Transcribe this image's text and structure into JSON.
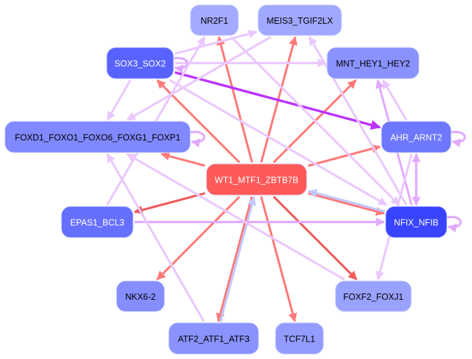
{
  "title": "Gene regulatory network",
  "colors": {
    "red_edge": "#ff7a7a",
    "red_edge_strong": "#f05a5a",
    "lilac_edge": "#eac8ff",
    "lilac_edge_mid": "#e2aaff",
    "purple_edge": "#bb33ff",
    "blue_edge": "#c2c8ff",
    "center_node": "#ff5a5a"
  },
  "nodes": [
    {
      "id": "WT1_MTF1_ZBTB7B",
      "label": "WT1_MTF1_ZBTB7B",
      "fill": "#ff5a5a",
      "text": "#ffffff"
    },
    {
      "id": "NR2F1",
      "label": "NR2F1",
      "fill": "#a3aaff",
      "text": "#000000"
    },
    {
      "id": "MEIS3_TGIF2LX",
      "label": "MEIS3_TGIF2LX",
      "fill": "#a0a8ff",
      "text": "#000000"
    },
    {
      "id": "SOX3_SOX2",
      "label": "SOX3_SOX2",
      "fill": "#5863ff",
      "text": "#ffffff"
    },
    {
      "id": "MNT_HEY1_HEY2",
      "label": "MNT_HEY1_HEY2",
      "fill": "#8a92ff",
      "text": "#000000"
    },
    {
      "id": "FOXD1_FOXO1_FOXO6_FOXG1_FOXP1",
      "label": "FOXD1_FOXO1_FOXO6_FOXG1_FOXP1",
      "fill": "#8089ff",
      "text": "#000000"
    },
    {
      "id": "AHR_ARNT2",
      "label": "AHR_ARNT2",
      "fill": "#6e78ff",
      "text": "#ffffff"
    },
    {
      "id": "EPAS1_BCL3",
      "label": "EPAS1_BCL3",
      "fill": "#6670ff",
      "text": "#ffffff"
    },
    {
      "id": "NFIX_NFIB",
      "label": "NFIX_NFIB",
      "fill": "#3844ff",
      "text": "#ffffff"
    },
    {
      "id": "NKX6-2",
      "label": "NKX6-2",
      "fill": "#858dff",
      "text": "#000000"
    },
    {
      "id": "FOXF2_FOXJ1",
      "label": "FOXF2_FOXJ1",
      "fill": "#9aa2ff",
      "text": "#000000"
    },
    {
      "id": "ATF2_ATF1_ATF3",
      "label": "ATF2_ATF1_ATF3",
      "fill": "#8a92ff",
      "text": "#000000"
    },
    {
      "id": "TCF7L1",
      "label": "TCF7L1",
      "fill": "#939bff",
      "text": "#000000"
    }
  ],
  "edges": [
    {
      "from": "WT1_MTF1_ZBTB7B",
      "to": "SOX3_SOX2",
      "color": "red_edge"
    },
    {
      "from": "WT1_MTF1_ZBTB7B",
      "to": "NR2F1",
      "color": "red_edge"
    },
    {
      "from": "WT1_MTF1_ZBTB7B",
      "to": "MEIS3_TGIF2LX",
      "color": "red_edge"
    },
    {
      "from": "WT1_MTF1_ZBTB7B",
      "to": "MNT_HEY1_HEY2",
      "color": "red_edge"
    },
    {
      "from": "WT1_MTF1_ZBTB7B",
      "to": "AHR_ARNT2",
      "color": "red_edge"
    },
    {
      "from": "WT1_MTF1_ZBTB7B",
      "to": "FOXD1_FOXO1_FOXO6_FOXG1_FOXP1",
      "color": "red_edge"
    },
    {
      "from": "WT1_MTF1_ZBTB7B",
      "to": "EPAS1_BCL3",
      "color": "red_edge_strong"
    },
    {
      "from": "WT1_MTF1_ZBTB7B",
      "to": "NFIX_NFIB",
      "color": "red_edge"
    },
    {
      "from": "WT1_MTF1_ZBTB7B",
      "to": "NKX6-2",
      "color": "red_edge"
    },
    {
      "from": "WT1_MTF1_ZBTB7B",
      "to": "ATF2_ATF1_ATF3",
      "color": "red_edge"
    },
    {
      "from": "WT1_MTF1_ZBTB7B",
      "to": "TCF7L1",
      "color": "red_edge"
    },
    {
      "from": "WT1_MTF1_ZBTB7B",
      "to": "FOXF2_FOXJ1",
      "color": "red_edge_strong"
    },
    {
      "from": "NFIX_NFIB",
      "to": "WT1_MTF1_ZBTB7B",
      "color": "blue_edge"
    },
    {
      "from": "ATF2_ATF1_ATF3",
      "to": "WT1_MTF1_ZBTB7B",
      "color": "blue_edge"
    },
    {
      "from": "SOX3_SOX2",
      "to": "AHR_ARNT2",
      "color": "purple_edge"
    },
    {
      "from": "SOX3_SOX2",
      "to": "MEIS3_TGIF2LX",
      "color": "lilac_edge"
    },
    {
      "from": "SOX3_SOX2",
      "to": "MNT_HEY1_HEY2",
      "color": "lilac_edge"
    },
    {
      "from": "SOX3_SOX2",
      "to": "FOXD1_FOXO1_FOXO6_FOXG1_FOXP1",
      "color": "lilac_edge"
    },
    {
      "from": "SOX3_SOX2",
      "to": "NFIX_NFIB",
      "color": "lilac_edge"
    },
    {
      "from": "SOX3_SOX2",
      "to": "SOX3_SOX2",
      "color": "lilac_edge_mid"
    },
    {
      "from": "MEIS3_TGIF2LX",
      "to": "FOXD1_FOXO1_FOXO6_FOXG1_FOXP1",
      "color": "lilac_edge"
    },
    {
      "from": "NR2F1",
      "to": "NFIX_NFIB",
      "color": "lilac_edge"
    },
    {
      "from": "EPAS1_BCL3",
      "to": "NR2F1",
      "color": "lilac_edge"
    },
    {
      "from": "EPAS1_BCL3",
      "to": "NFIX_NFIB",
      "color": "lilac_edge_mid"
    },
    {
      "from": "ATF2_ATF1_ATF3",
      "to": "FOXD1_FOXO1_FOXO6_FOXG1_FOXP1",
      "color": "lilac_edge"
    },
    {
      "from": "FOXF2_FOXJ1",
      "to": "FOXD1_FOXO1_FOXO6_FOXG1_FOXP1",
      "color": "lilac_edge"
    },
    {
      "from": "FOXD1_FOXO1_FOXO6_FOXG1_FOXP1",
      "to": "FOXD1_FOXO1_FOXO6_FOXG1_FOXP1",
      "color": "lilac_edge_mid"
    },
    {
      "from": "NFIX_NFIB",
      "to": "MEIS3_TGIF2LX",
      "color": "lilac_edge"
    },
    {
      "from": "NFIX_NFIB",
      "to": "MNT_HEY1_HEY2",
      "color": "lilac_edge_mid"
    },
    {
      "from": "NFIX_NFIB",
      "to": "AHR_ARNT2",
      "color": "lilac_edge_mid"
    },
    {
      "from": "AHR_ARNT2",
      "to": "NFIX_NFIB",
      "color": "lilac_edge_mid"
    },
    {
      "from": "NFIX_NFIB",
      "to": "NFIX_NFIB",
      "color": "lilac_edge_mid"
    },
    {
      "from": "AHR_ARNT2",
      "to": "MNT_HEY1_HEY2",
      "color": "lilac_edge"
    },
    {
      "from": "AHR_ARNT2",
      "to": "FOXF2_FOXJ1",
      "color": "lilac_edge"
    },
    {
      "from": "AHR_ARNT2",
      "to": "AHR_ARNT2",
      "color": "lilac_edge_mid"
    }
  ]
}
